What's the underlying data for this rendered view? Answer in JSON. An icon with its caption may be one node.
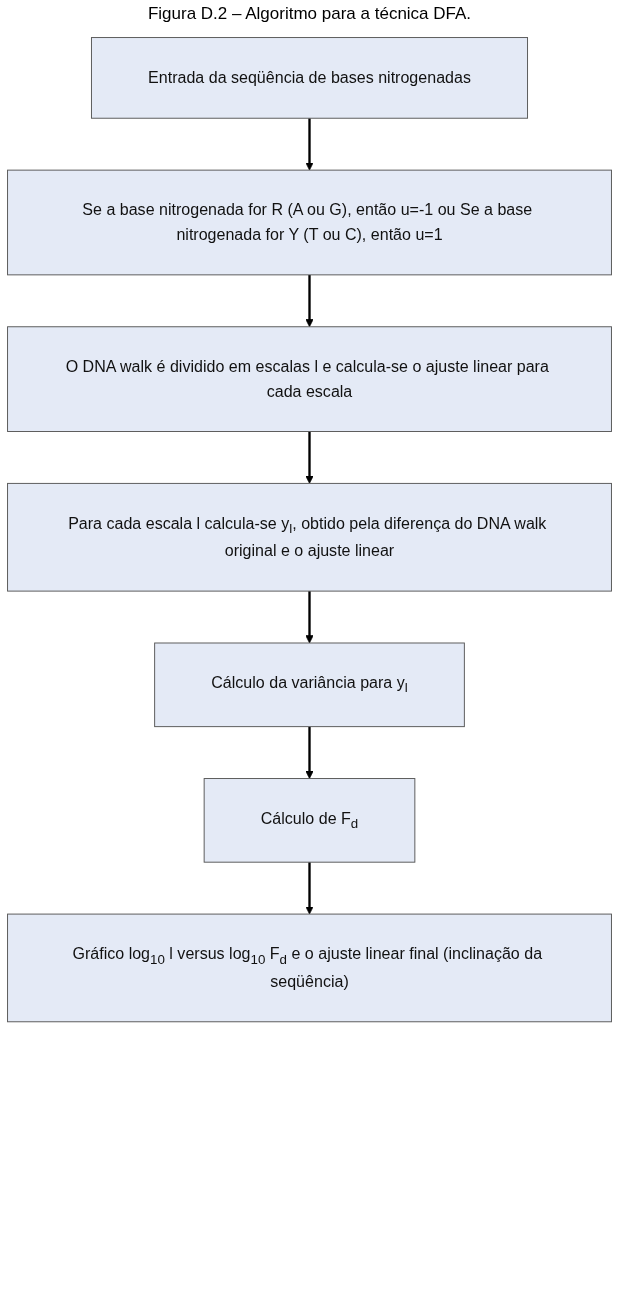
{
  "diagram": {
    "title": "Figura D.2 – Algoritmo para a técnica DFA.",
    "nodes": [
      {
        "text": [
          "Entrada da seqüência de bases nitrogenadas"
        ]
      },
      {
        "text": [
          "Se a base nitrogenada for R (A ou G), então u=-1 ou Se a base nitrogenada for Y (T ou C), então u=1"
        ]
      },
      {
        "text": [
          "O DNA walk é dividido em escalas l e calcula-se o ajuste linear para cada escala"
        ]
      },
      {
        "text": [
          "Para cada escala l calcula-se y$_{l}$, obtido pela diferença do DNA walk original e o ajuste linear"
        ]
      },
      {
        "text": [
          "Cálculo da variância para y$_{l}$"
        ]
      },
      {
        "text": [
          "Cálculo de F$_{d}$"
        ]
      },
      {
        "text": [
          "Gráfico log$_{10}$ l versus log$_{10}$ F$_{d}$ e o ajuste linear final (inclinação da seqüência)"
        ]
      }
    ],
    "edges": [
      {
        "from": 0,
        "to": 1,
        "arrow": "to"
      },
      {
        "from": 1,
        "to": 2,
        "arrow": "to"
      },
      {
        "from": 2,
        "to": 3,
        "arrow": "to"
      },
      {
        "from": 3,
        "to": 4,
        "arrow": "to"
      },
      {
        "from": 4,
        "to": 5,
        "arrow": "to"
      },
      {
        "from": 5,
        "to": 6,
        "arrow": "to"
      }
    ]
  }
}
